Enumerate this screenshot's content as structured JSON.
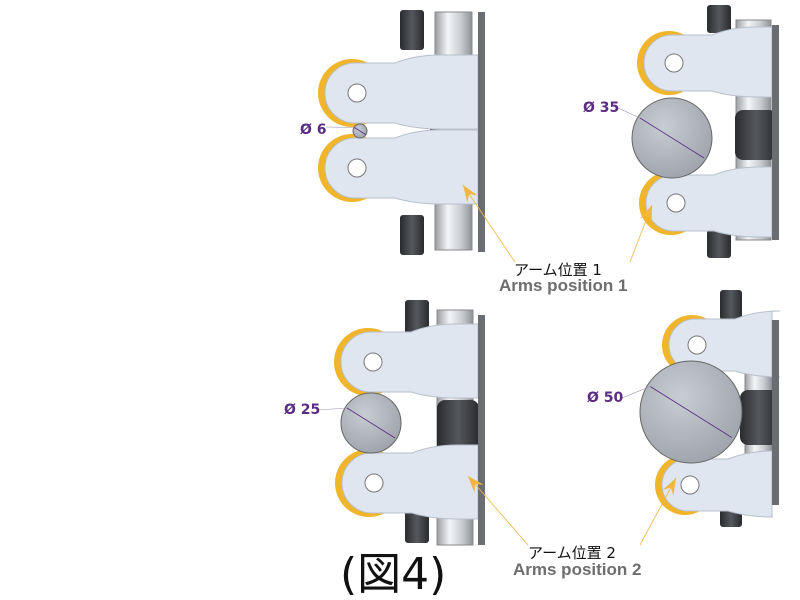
{
  "diameters": [
    "Ø 6",
    "Ø 35",
    "Ø 25",
    "Ø 50"
  ],
  "positions": [
    {
      "jp": "アーム位置 1",
      "en": "Arms position 1"
    },
    {
      "jp": "アーム位置 2",
      "en": "Arms position 2"
    }
  ],
  "figure_label": "(図4)",
  "colors": {
    "arm": "#dfe6f0",
    "roller": "#f0b52a",
    "purple": "#5b2c83",
    "dark": "#3a3c40",
    "plate": "#6a6d72",
    "arrow": "#f2b640"
  }
}
